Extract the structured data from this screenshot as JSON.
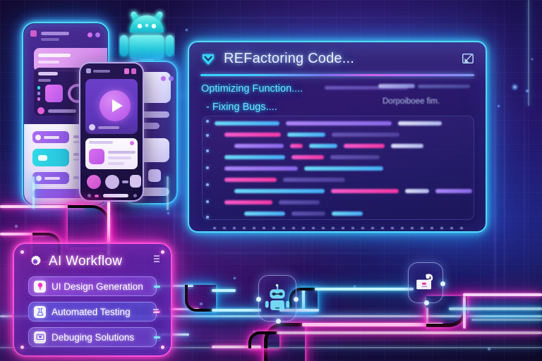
{
  "scene": {
    "title": "AI development workflow neon illustration",
    "palette": {
      "cyan": "#4ddcff",
      "magenta": "#ff2ec4",
      "violet": "#8b5cf6",
      "deep_blue": "#1a1150",
      "white": "#ffffff",
      "android_green": "#3ddbd9"
    }
  },
  "code_window": {
    "title": "REFactoring Code...",
    "title_icon": "chevron-down-shield-icon",
    "corner_icon": "expand-resize-icon",
    "status_lines": [
      {
        "text": "Optimizing Function....",
        "color": "#5fe9ff"
      },
      {
        "text": "- Fixing Bugs....",
        "color": "#5fe9ff"
      }
    ],
    "ghost_label": "Dorpoiboee fim.",
    "code_rows": [
      {
        "indent": 0,
        "segments": [
          {
            "w": 92,
            "t": "c"
          },
          {
            "w": 150,
            "t": "v"
          },
          {
            "w": 62,
            "t": "w"
          }
        ]
      },
      {
        "indent": 1,
        "segments": [
          {
            "w": 80,
            "t": "m"
          },
          {
            "w": 54,
            "t": "c"
          },
          {
            "w": 96,
            "t": "d"
          }
        ]
      },
      {
        "indent": 2,
        "segments": [
          {
            "w": 70,
            "t": "v"
          },
          {
            "w": 18,
            "t": "m"
          },
          {
            "w": 40,
            "t": "c"
          },
          {
            "w": 58,
            "t": "m"
          },
          {
            "w": 46,
            "t": "w"
          }
        ]
      },
      {
        "indent": 1,
        "segments": [
          {
            "w": 86,
            "t": "c"
          },
          {
            "w": 46,
            "t": "m"
          },
          {
            "w": 70,
            "t": "d"
          }
        ]
      },
      {
        "indent": 1,
        "segments": [
          {
            "w": 104,
            "t": "v"
          },
          {
            "w": 112,
            "t": "c"
          }
        ]
      },
      {
        "indent": 1,
        "segments": [
          {
            "w": 74,
            "t": "m"
          },
          {
            "w": 88,
            "t": "d"
          }
        ]
      },
      {
        "indent": 2,
        "segments": [
          {
            "w": 128,
            "t": "c"
          },
          {
            "w": 96,
            "t": "m"
          },
          {
            "w": 34,
            "t": "w"
          },
          {
            "w": 52,
            "t": "v"
          }
        ]
      },
      {
        "indent": 1,
        "segments": [
          {
            "w": 68,
            "t": "m"
          },
          {
            "w": 58,
            "t": "d"
          }
        ]
      },
      {
        "indent": 3,
        "segments": [
          {
            "w": 58,
            "t": "c"
          },
          {
            "w": 48,
            "t": "d"
          },
          {
            "w": 44,
            "t": "c"
          }
        ]
      }
    ]
  },
  "workflow_panel": {
    "title": "AI Workflow",
    "title_icon": "gear-icon",
    "grip_icon": "drag-grip-icon",
    "items": [
      {
        "label": "UI Design Generation",
        "icon": "lightbulb-icon",
        "icon_color": "#ff2ec4",
        "connector": "cyan"
      },
      {
        "label": "Automated Testing",
        "icon": "flask-test-icon",
        "icon_color": "#6d6cf5",
        "connector": "magenta"
      },
      {
        "label": "Debuging Solutions",
        "icon": "bug-monitor-icon",
        "icon_color": "#8b5cf6",
        "connector": "cyan"
      }
    ]
  },
  "nodes": [
    {
      "name": "bot-node",
      "icon": "robot-icon"
    },
    {
      "name": "chip-node",
      "icon": "chip-module-icon"
    }
  ],
  "devices": {
    "tablet": {
      "name": "tablet-mockup",
      "header_dots": 2,
      "rows": [
        {
          "accent": "#c86ff0",
          "width": 58
        },
        {
          "accent": "#2fd8e6",
          "width": 52
        },
        {
          "accent": "#a45fe8",
          "width": 56
        }
      ]
    },
    "phone": {
      "name": "phone-mockup",
      "media_icon": "play-button-icon",
      "status_icons": 2
    },
    "back_panel": {
      "name": "back-device-mockup"
    }
  },
  "android": {
    "name": "android-robot-logo",
    "color": "#3ddbd9"
  }
}
